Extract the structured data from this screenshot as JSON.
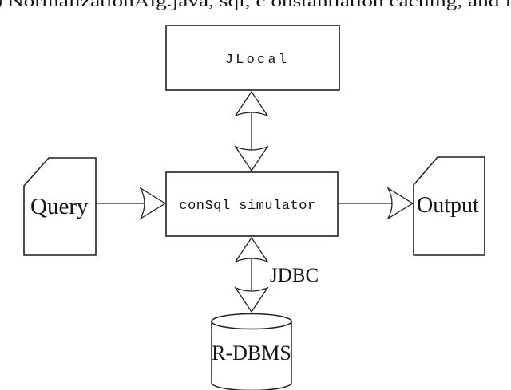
{
  "caption_fragment": ") NormalizationAlg.java, sql, c onstantiation caching, and L",
  "diagram": {
    "nodes": {
      "jlocal": {
        "label": "JLocal",
        "shape": "rectangle"
      },
      "consql": {
        "label": "conSql simulator",
        "shape": "rectangle"
      },
      "query": {
        "label": "Query",
        "shape": "document"
      },
      "output": {
        "label": "Output",
        "shape": "document"
      },
      "rdbms": {
        "label": "R-DBMS",
        "shape": "cylinder"
      }
    },
    "edges": [
      {
        "from": "jlocal",
        "to": "consql",
        "direction": "bidirectional",
        "label": ""
      },
      {
        "from": "query",
        "to": "consql",
        "direction": "one-way",
        "label": ""
      },
      {
        "from": "consql",
        "to": "output",
        "direction": "one-way",
        "label": ""
      },
      {
        "from": "consql",
        "to": "rdbms",
        "direction": "bidirectional",
        "label": "JDBC"
      }
    ]
  },
  "colors": {
    "line": "#1f1f1f",
    "ink": "#141414",
    "background": "#ffffff"
  }
}
